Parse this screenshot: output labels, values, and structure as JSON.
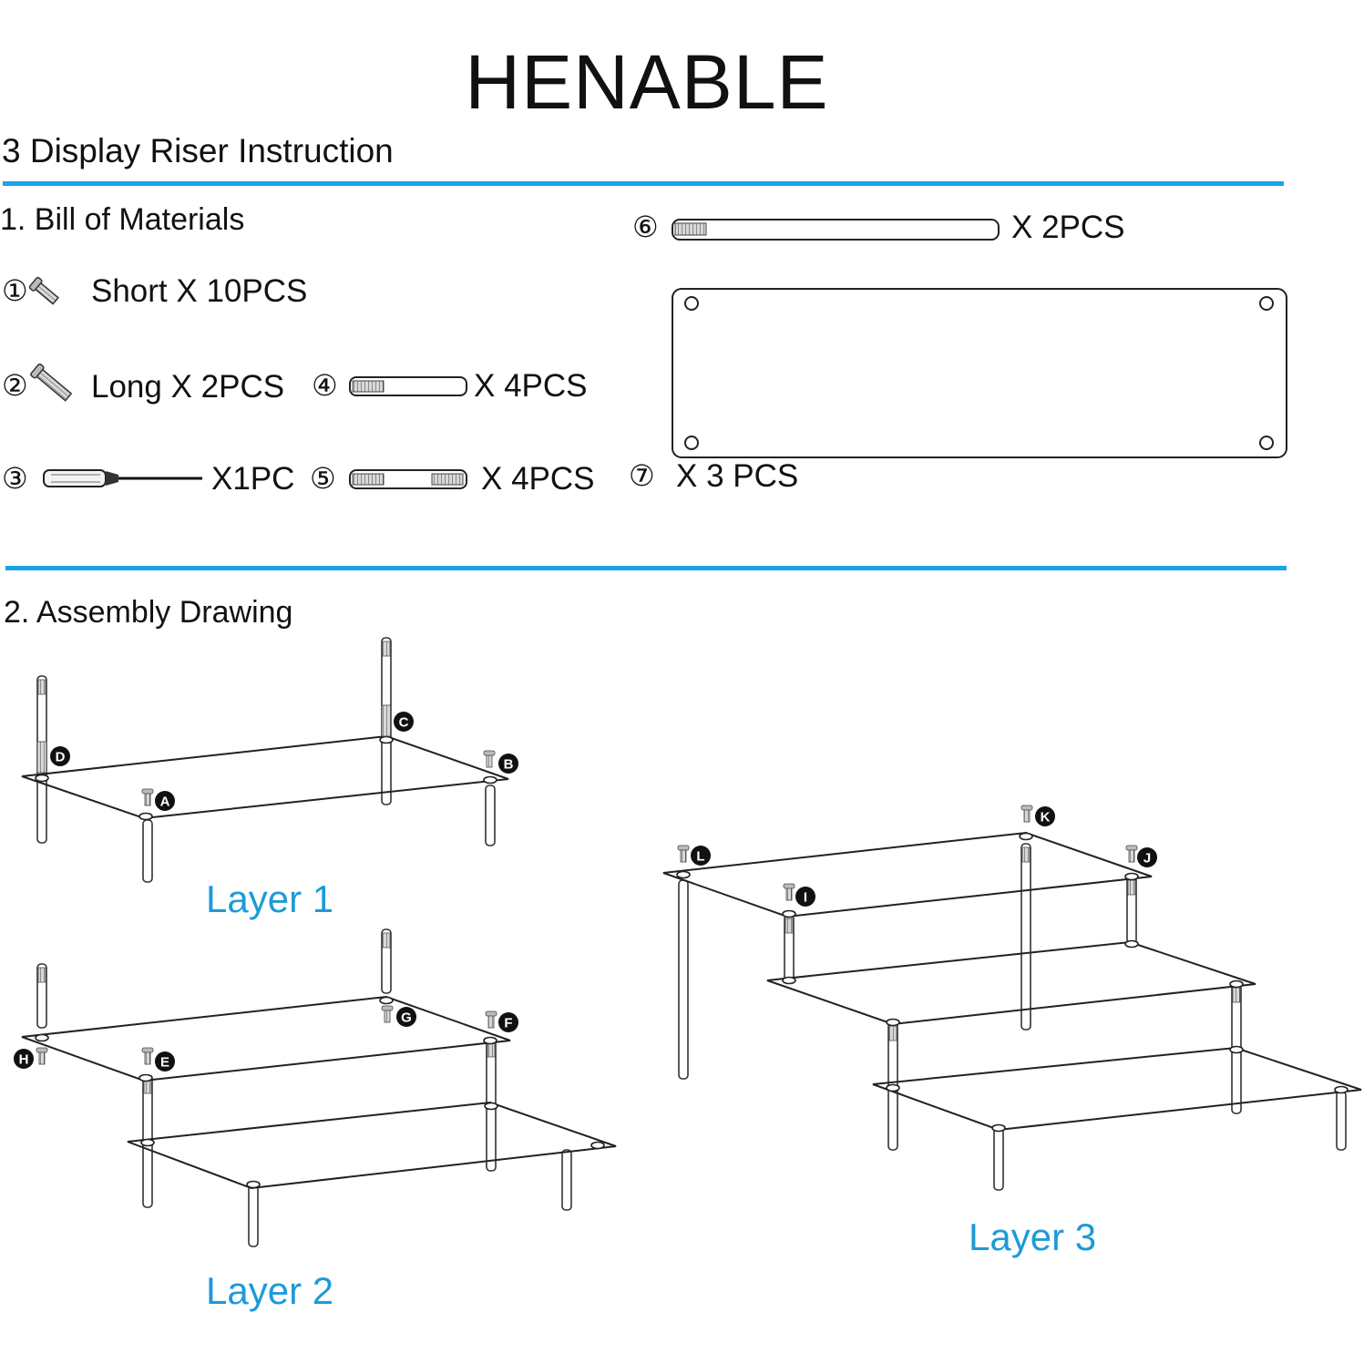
{
  "brand": "HENABLE",
  "subtitle": "3 Display Riser Instruction",
  "accent_color": "#1aa3e6",
  "layer_color": "#1e9ad8",
  "bom": {
    "heading": "1. Bill of Materials",
    "items": [
      {
        "num": "①",
        "icon": "short-screw-icon",
        "text": "Short X 10PCS"
      },
      {
        "num": "②",
        "icon": "long-screw-icon",
        "text": "Long X 2PCS"
      },
      {
        "num": "③",
        "icon": "screwdriver-icon",
        "text": "X1PC"
      },
      {
        "num": "④",
        "icon": "rod-one-thread-icon",
        "text": "X 4PCS"
      },
      {
        "num": "⑤",
        "icon": "rod-two-thread-icon",
        "text": "X 4PCS"
      },
      {
        "num": "⑥",
        "icon": "long-rod-icon",
        "text": "X 2PCS"
      },
      {
        "num": "⑦",
        "icon": "acrylic-panel-icon",
        "text": "X 3 PCS"
      }
    ]
  },
  "assembly": {
    "heading": "2. Assembly Drawing",
    "layers": [
      "Layer 1",
      "Layer 2",
      "Layer 3"
    ],
    "markers": [
      "A",
      "B",
      "C",
      "D",
      "E",
      "F",
      "G",
      "H",
      "I",
      "J",
      "K",
      "L"
    ]
  }
}
